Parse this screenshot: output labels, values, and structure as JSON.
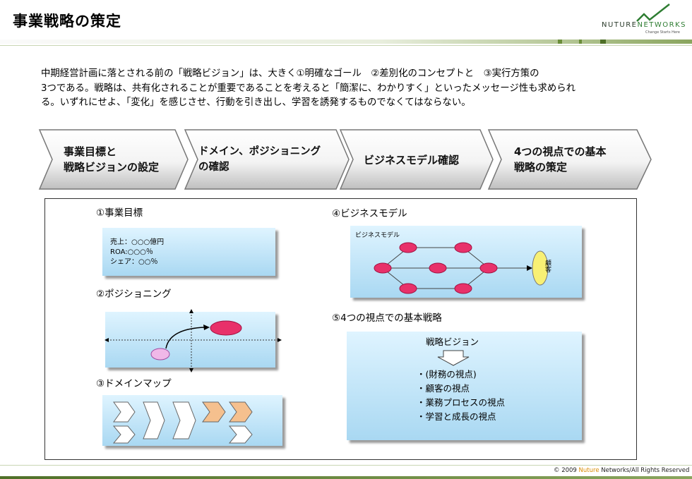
{
  "header": {
    "title": "事業戦略の策定",
    "logo": {
      "part1": "NUTURE",
      "part2": "NETWORKS",
      "tagline": "Change Starts Here"
    }
  },
  "intro": {
    "lines": [
      "中期経営計画に落とされる前の「戦略ビジョン」は、大きく①明確なゴール　②差別化のコンセプトと　③実行方策の",
      "3つである。戦略は、共有化されることが重要であることを考えると「簡潔に、わかりすく」といったメッセージ性も求められ",
      "る。いずれにせよ、「変化」を感じさせ、行動を引き出し、学習を誘発するものでなくてはならない。"
    ]
  },
  "steps": [
    {
      "line1": "事業目標と",
      "line2": "戦略ビジョンの設定"
    },
    {
      "line1": "ドメイン、ポジショニング",
      "line2": "の確認"
    },
    {
      "line1": "ビジネスモデル確認",
      "line2": ""
    },
    {
      "line1": "4つの視点での基本",
      "line2": "戦略の策定"
    }
  ],
  "panel": {
    "goal": {
      "title": "①事業目標",
      "items": [
        "売上：○○○億円",
        "ROA:○○○％",
        "シェア：○○％"
      ]
    },
    "positioning": {
      "title": "②ポジショニング"
    },
    "domain": {
      "title": "③ドメインマップ"
    },
    "business_model": {
      "title": "④ビジネスモデル",
      "box_label": "ビジネスモデル",
      "customer": "顧客"
    },
    "strategy": {
      "title": "⑤4つの視点での基本戦略",
      "vision": "戦略ビジョン",
      "items": [
        "・(財務の視点)",
        "・顧客の視点",
        "・業務プロセスの視点",
        "・学習と成長の視点"
      ]
    }
  },
  "footer": {
    "copyright_prefix": "© 2009 ",
    "brand": "Nuture",
    "copyright_suffix": " Networks/All Rights Reserved"
  },
  "colors": {
    "accent_green": "#2e7d32",
    "footer_bar": "#6b8e3a",
    "pink_node": "#e8316a",
    "chevron_orange": "#f5c08e"
  }
}
